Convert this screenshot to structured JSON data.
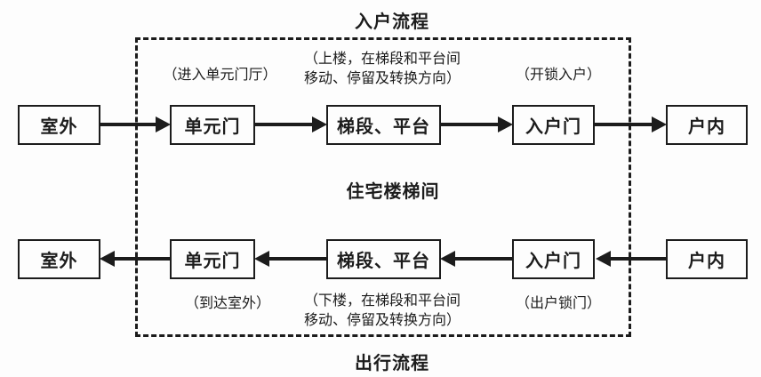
{
  "titles": {
    "top": "入户流程",
    "middle": "住宅楼梯间",
    "bottom": "出行流程"
  },
  "entry_flow": {
    "nodes": [
      "室外",
      "单元门",
      "梯段、平台",
      "入户门",
      "户内"
    ],
    "annotations": {
      "unit_door": "（进入单元门厅）",
      "stairs": "（上楼，在梯段和平台间\n移动、停留及转换方向）",
      "entry_door": "（开锁入户）"
    }
  },
  "exit_flow": {
    "nodes": [
      "室外",
      "单元门",
      "梯段、平台",
      "入户门",
      "户内"
    ],
    "annotations": {
      "unit_door": "（到达室外）",
      "stairs": "（下楼，在梯段和平台间\n移动、停留及转换方向）",
      "entry_door": "（出户锁门）"
    }
  },
  "colors": {
    "line": "#1c1c1c",
    "background": "#fdfdfd"
  }
}
